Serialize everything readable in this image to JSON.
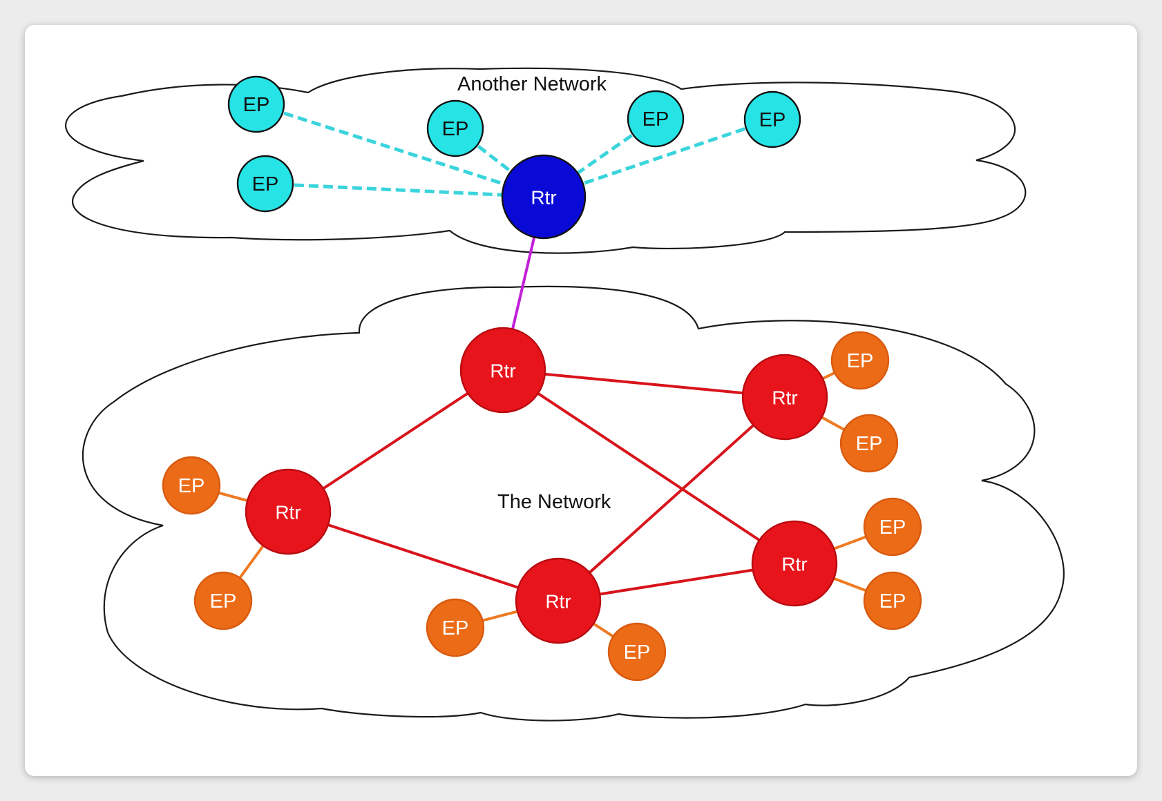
{
  "clouds": {
    "top": {
      "label": "Another Network"
    },
    "bottom": {
      "label": "The Network"
    }
  },
  "colors": {
    "top_router": "#0a0ad6",
    "top_endpoint": "#26e3e6",
    "top_link": "#3ad4dc",
    "bridge_link": "#c21fd8",
    "router": "#e8141c",
    "router_link": "#d8141c",
    "endpoint": "#ec6b17",
    "endpoint_link": "#ee7a22"
  },
  "nodes": {
    "top_router": {
      "label": "Rtr"
    },
    "top_eps": [
      {
        "label": "EP"
      },
      {
        "label": "EP"
      },
      {
        "label": "EP"
      },
      {
        "label": "EP"
      },
      {
        "label": "EP"
      }
    ],
    "routers": [
      {
        "label": "Rtr"
      },
      {
        "label": "Rtr"
      },
      {
        "label": "Rtr"
      },
      {
        "label": "Rtr"
      },
      {
        "label": "Rtr"
      }
    ],
    "eps": [
      {
        "label": "EP"
      },
      {
        "label": "EP"
      },
      {
        "label": "EP"
      },
      {
        "label": "EP"
      },
      {
        "label": "EP"
      },
      {
        "label": "EP"
      },
      {
        "label": "EP"
      },
      {
        "label": "EP"
      },
      {
        "label": "EP"
      },
      {
        "label": "EP"
      }
    ]
  }
}
